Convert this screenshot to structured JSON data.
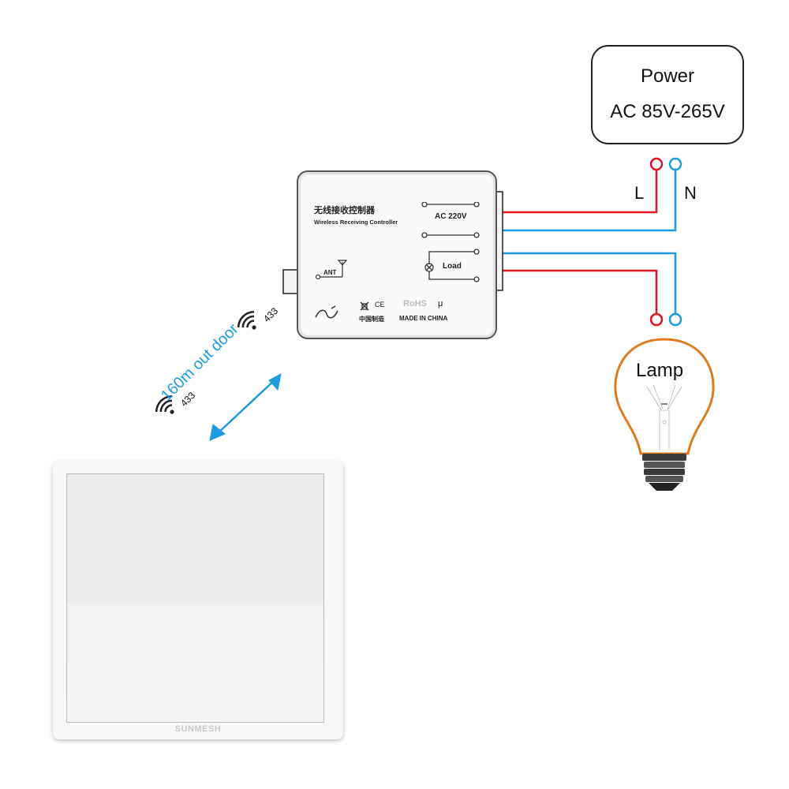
{
  "power": {
    "title": "Power",
    "range": "AC 85V-265V"
  },
  "wires": {
    "live_label": "L",
    "neutral_label": "N",
    "live_color": "#e0141e",
    "neutral_color": "#1b9be0"
  },
  "controller": {
    "title_cn": "无线接收控制器",
    "title_en": "Wireless Receiving Controller",
    "input_label": "AC 220V",
    "load_label": "Load",
    "antenna_label": "ANT",
    "cert_ce": "CE",
    "cert_rohs": "RoHS",
    "cert_mu": "μ",
    "made_cn": "中国制造",
    "made_en": "MADE IN CHINA"
  },
  "lamp": {
    "label": "Lamp",
    "outline_color": "#e07a1f"
  },
  "rf": {
    "receiver_freq": "433",
    "transmitter_freq": "433",
    "range_text": "160m  out  door",
    "arrow_color": "#1b9be0"
  },
  "switch": {
    "brand": "SUNMESH"
  }
}
